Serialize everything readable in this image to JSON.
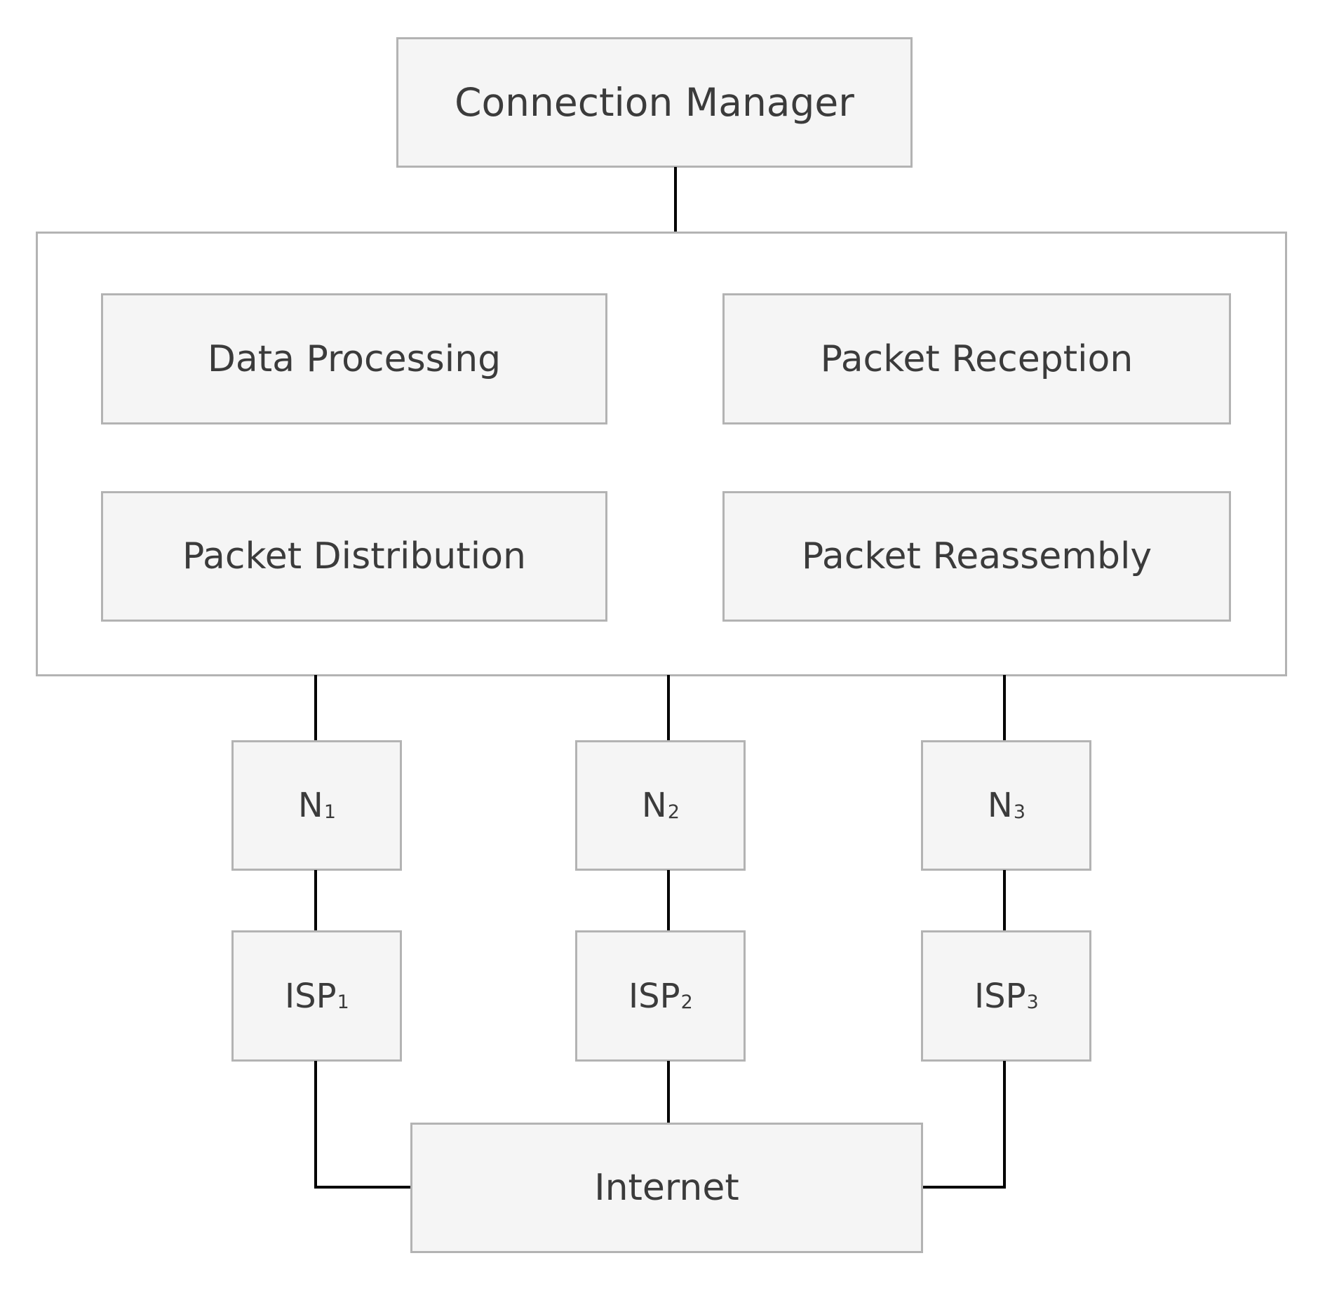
{
  "diagram": {
    "title_node": {
      "label": "Connection Manager"
    },
    "container": {
      "modules": [
        {
          "id": "data-processing",
          "label": "Data Processing"
        },
        {
          "id": "packet-reception",
          "label": "Packet Reception"
        },
        {
          "id": "packet-distribution",
          "label": "Packet Distribution"
        },
        {
          "id": "packet-reassembly",
          "label": "Packet Reassembly"
        }
      ]
    },
    "interfaces": [
      {
        "id": "n1",
        "base": "N",
        "sub": "1"
      },
      {
        "id": "n2",
        "base": "N",
        "sub": "2"
      },
      {
        "id": "n3",
        "base": "N",
        "sub": "3"
      }
    ],
    "providers": [
      {
        "id": "isp1",
        "base": "ISP",
        "sub": "1"
      },
      {
        "id": "isp2",
        "base": "ISP",
        "sub": "2"
      },
      {
        "id": "isp3",
        "base": "ISP",
        "sub": "3"
      }
    ],
    "sink": {
      "label": "Internet"
    },
    "colors": {
      "node_fill": "#f5f5f5",
      "node_border": "#b3b3b3",
      "edge": "#000000",
      "text": "#3b3b3b",
      "background": "#ffffff"
    }
  }
}
